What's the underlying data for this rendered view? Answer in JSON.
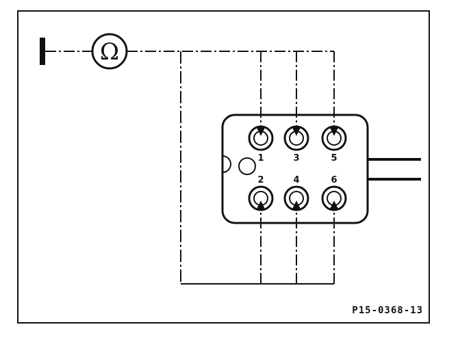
{
  "diagram": {
    "meter_symbol": "Ω",
    "pins": [
      {
        "label": "1"
      },
      {
        "label": "3"
      },
      {
        "label": "5"
      },
      {
        "label": "2"
      },
      {
        "label": "4"
      },
      {
        "label": "6"
      }
    ],
    "figure_code": "P15-0368-13"
  },
  "colors": {
    "ink": "#111111",
    "background": "#ffffff"
  },
  "icons": {
    "ground": "ground-terminal-icon",
    "meter": "ohmmeter-icon",
    "connector": "six-pin-connector-icon"
  }
}
